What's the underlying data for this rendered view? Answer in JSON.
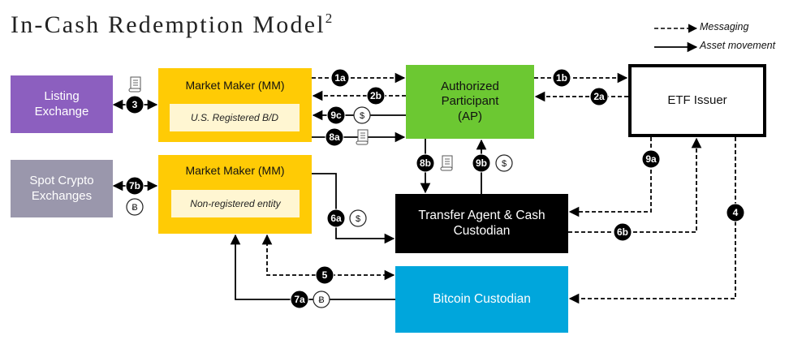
{
  "title": {
    "text": "In-Cash Redemption Model",
    "superscript": "2"
  },
  "legend": {
    "messaging": "Messaging",
    "asset_movement": "Asset movement"
  },
  "colors": {
    "listing_exchange": "#8c5fbf",
    "spot_crypto": "#9a97ac",
    "market_maker": "#ffcb05",
    "market_maker_sub": "#fff6d2",
    "authorized_participant": "#6cc832",
    "transfer_agent": "#000000",
    "bitcoin_custodian": "#00a6dc",
    "etf_issuer_border": "#000000",
    "badge": "#000000"
  },
  "entities": {
    "listing_exchange": "Listing\nExchange",
    "spot_crypto_exchanges": "Spot Crypto\nExchanges",
    "market_maker_registered": {
      "title": "Market Maker (MM)",
      "subtitle": "U.S. Registered  B/D"
    },
    "market_maker_nonregistered": {
      "title": "Market Maker (MM)",
      "subtitle": "Non-registered entity"
    },
    "authorized_participant": "Authorized\nParticipant\n(AP)",
    "etf_issuer": "ETF Issuer",
    "transfer_agent": "Transfer Agent & Cash\nCustodian",
    "bitcoin_custodian": "Bitcoin Custodian"
  },
  "steps": [
    {
      "id": "1a",
      "from": "Market Maker (U.S. Registered B/D)",
      "to": "Authorized Participant",
      "type": "messaging"
    },
    {
      "id": "1b",
      "from": "Authorized Participant",
      "to": "ETF Issuer",
      "type": "messaging"
    },
    {
      "id": "2a",
      "from": "ETF Issuer",
      "to": "Authorized Participant",
      "type": "messaging"
    },
    {
      "id": "2b",
      "from": "Authorized Participant",
      "to": "Market Maker (U.S. Registered B/D)",
      "type": "messaging"
    },
    {
      "id": "3",
      "from": "Listing Exchange",
      "to": "Market Maker (U.S. Registered B/D)",
      "type": "asset movement",
      "bidirectional": true,
      "token": "shares"
    },
    {
      "id": "4",
      "from": "ETF Issuer",
      "to": "Bitcoin Custodian",
      "type": "messaging"
    },
    {
      "id": "5",
      "from": "Market Maker (Non-registered)",
      "to": "Bitcoin Custodian",
      "type": "messaging",
      "bidirectional": true
    },
    {
      "id": "6a",
      "from": "Market Maker (Non-registered)",
      "to": "Transfer Agent & Cash Custodian",
      "type": "asset movement",
      "token": "cash"
    },
    {
      "id": "6b",
      "from": "Transfer Agent & Cash Custodian",
      "to": "ETF Issuer",
      "type": "messaging"
    },
    {
      "id": "7a",
      "from": "Bitcoin Custodian",
      "to": "Market Maker (Non-registered)",
      "type": "asset movement",
      "token": "bitcoin"
    },
    {
      "id": "7b",
      "from": "Spot Crypto Exchanges",
      "to": "Market Maker (Non-registered)",
      "type": "asset movement",
      "bidirectional": true,
      "token": "bitcoin"
    },
    {
      "id": "8a",
      "from": "Market Maker (U.S. Registered B/D)",
      "to": "Authorized Participant",
      "type": "asset movement",
      "token": "shares"
    },
    {
      "id": "8b",
      "from": "Authorized Participant",
      "to": "Transfer Agent & Cash Custodian",
      "type": "asset movement",
      "token": "shares"
    },
    {
      "id": "9a",
      "from": "ETF Issuer",
      "to": "Transfer Agent & Cash Custodian",
      "type": "messaging"
    },
    {
      "id": "9b",
      "from": "Transfer Agent & Cash Custodian",
      "to": "Authorized Participant",
      "type": "asset movement",
      "token": "cash"
    },
    {
      "id": "9c",
      "from": "Authorized Participant",
      "to": "Market Maker (U.S. Registered B/D)",
      "type": "asset movement",
      "token": "cash"
    }
  ],
  "tokens": {
    "cash": "$",
    "bitcoin": "Ƀ",
    "shares": "shares-certificate"
  }
}
